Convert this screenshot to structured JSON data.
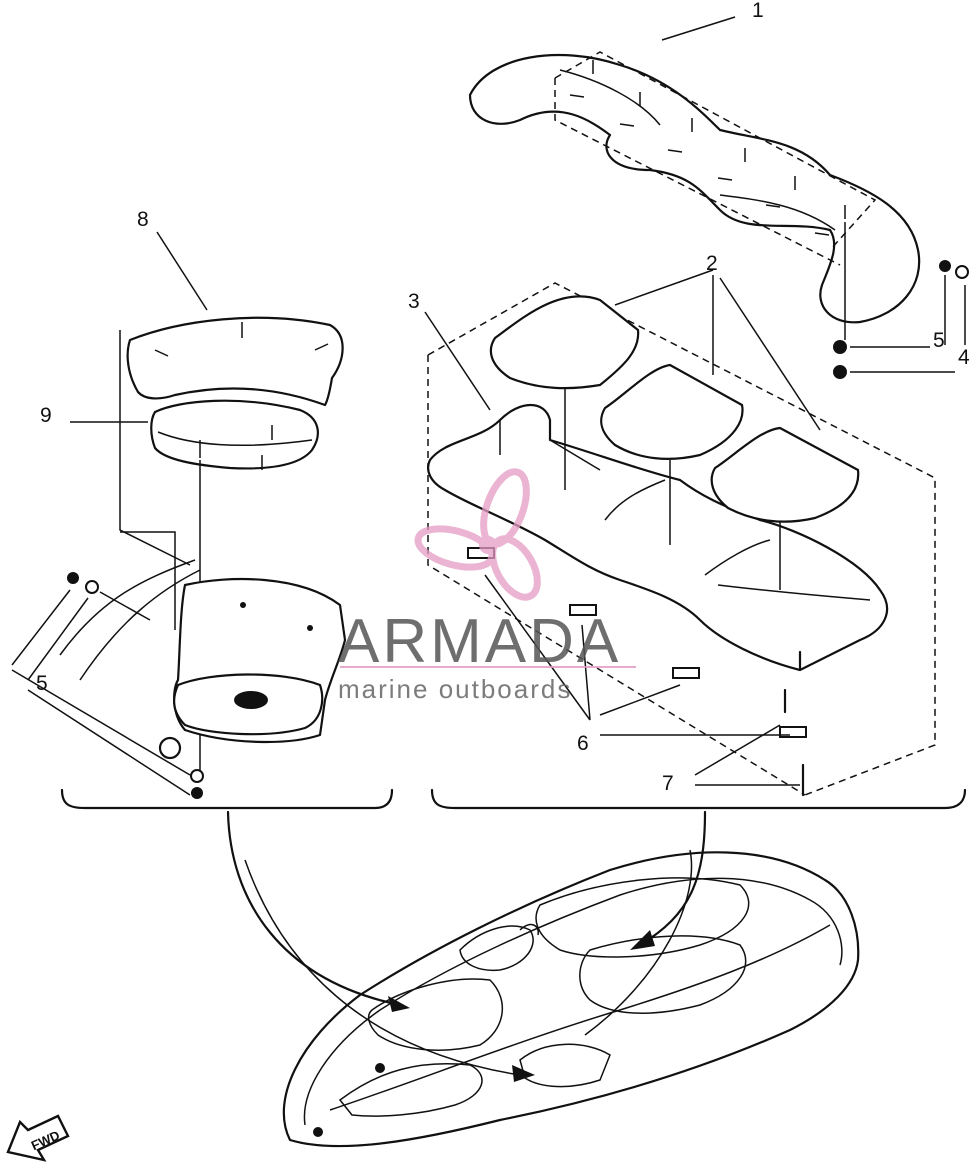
{
  "callouts": {
    "c1": "1",
    "c2": "2",
    "c3": "3",
    "c4": "4",
    "c5a": "5",
    "c5b": "5",
    "c6": "6",
    "c7": "7",
    "c8": "8",
    "c9": "9"
  },
  "watermark": {
    "brand": "ARMADA",
    "tagline": "marine outboards",
    "brand_color": "#555555",
    "logo_color": "#e59cc4"
  },
  "fwd_label": "FWD"
}
